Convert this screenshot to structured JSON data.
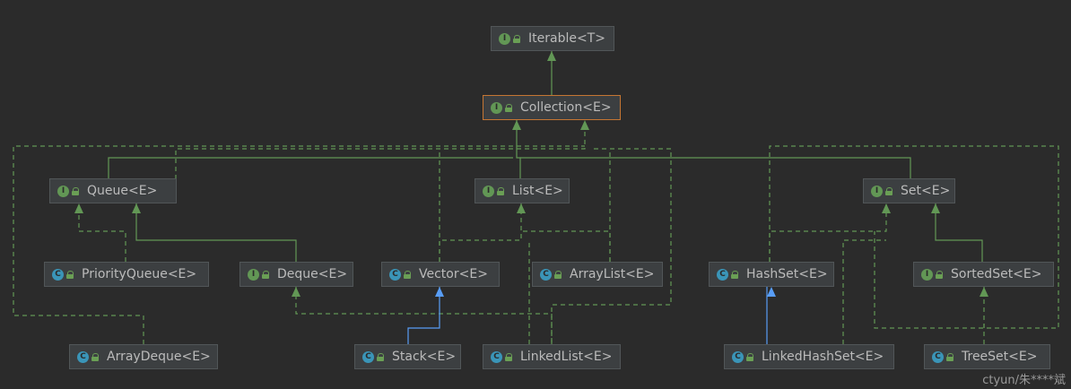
{
  "diagram": {
    "nodes": [
      {
        "id": "iterable",
        "label": "Iterable<T>",
        "kind": "I"
      },
      {
        "id": "collection",
        "label": "Collection<E>",
        "kind": "I",
        "selected": true
      },
      {
        "id": "queue",
        "label": "Queue<E>",
        "kind": "I"
      },
      {
        "id": "list",
        "label": "List<E>",
        "kind": "I"
      },
      {
        "id": "set",
        "label": "Set<E>",
        "kind": "I"
      },
      {
        "id": "priorityqueue",
        "label": "PriorityQueue<E>",
        "kind": "C"
      },
      {
        "id": "deque",
        "label": "Deque<E>",
        "kind": "I"
      },
      {
        "id": "vector",
        "label": "Vector<E>",
        "kind": "C"
      },
      {
        "id": "arraylist",
        "label": "ArrayList<E>",
        "kind": "C"
      },
      {
        "id": "hashset",
        "label": "HashSet<E>",
        "kind": "C"
      },
      {
        "id": "sortedset",
        "label": "SortedSet<E>",
        "kind": "I"
      },
      {
        "id": "arraydeque",
        "label": "ArrayDeque<E>",
        "kind": "C"
      },
      {
        "id": "stack",
        "label": "Stack<E>",
        "kind": "C"
      },
      {
        "id": "linkedlist",
        "label": "LinkedList<E>",
        "kind": "C"
      },
      {
        "id": "linkedhashset",
        "label": "LinkedHashSet<E>",
        "kind": "C"
      },
      {
        "id": "treeset",
        "label": "TreeSet<E>",
        "kind": "C"
      }
    ],
    "edges": [
      {
        "from": "collection",
        "to": "iterable",
        "type": "extends-interface"
      },
      {
        "from": "queue",
        "to": "collection",
        "type": "extends-interface"
      },
      {
        "from": "list",
        "to": "collection",
        "type": "extends-interface"
      },
      {
        "from": "set",
        "to": "collection",
        "type": "extends-interface"
      },
      {
        "from": "deque",
        "to": "queue",
        "type": "extends-interface"
      },
      {
        "from": "sortedset",
        "to": "set",
        "type": "extends-interface"
      },
      {
        "from": "priorityqueue",
        "to": "queue",
        "type": "implements"
      },
      {
        "from": "arraydeque",
        "to": "deque",
        "type": "implements"
      },
      {
        "from": "arraydeque",
        "to": "collection",
        "type": "implements"
      },
      {
        "from": "vector",
        "to": "list",
        "type": "implements"
      },
      {
        "from": "vector",
        "to": "collection",
        "type": "implements"
      },
      {
        "from": "arraylist",
        "to": "list",
        "type": "implements"
      },
      {
        "from": "arraylist",
        "to": "collection",
        "type": "implements"
      },
      {
        "from": "linkedlist",
        "to": "list",
        "type": "implements"
      },
      {
        "from": "linkedlist",
        "to": "deque",
        "type": "implements"
      },
      {
        "from": "hashset",
        "to": "set",
        "type": "implements"
      },
      {
        "from": "hashset",
        "to": "collection",
        "type": "implements"
      },
      {
        "from": "linkedhashset",
        "to": "set",
        "type": "implements"
      },
      {
        "from": "treeset",
        "to": "set",
        "type": "implements"
      },
      {
        "from": "treeset",
        "to": "sortedset",
        "type": "implements"
      },
      {
        "from": "stack",
        "to": "vector",
        "type": "extends-class"
      },
      {
        "from": "linkedhashset",
        "to": "hashset",
        "type": "extends-class"
      }
    ]
  },
  "colors": {
    "background": "#2b2b2b",
    "interface_edge": "#629755",
    "class_edge": "#589df6",
    "interface_badge": "#629755",
    "class_badge": "#3a95b8",
    "selected_border": "#c57633"
  },
  "watermark": "ctyun/朱****斌"
}
